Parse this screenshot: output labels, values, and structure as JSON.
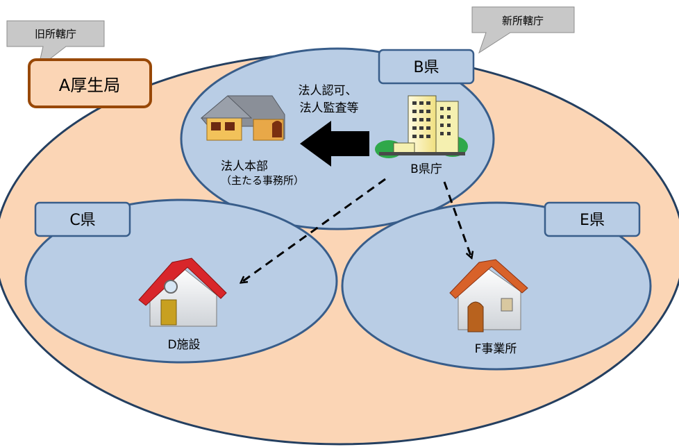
{
  "callouts": {
    "old_jurisdiction": "旧所轄庁",
    "new_jurisdiction": "新所轄庁"
  },
  "regions": {
    "a_bureau": "A厚生局",
    "b_pref": "B県",
    "c_pref": "C県",
    "e_pref": "E県"
  },
  "nodes": {
    "hq_label": "法人本部",
    "hq_sub": "（主たる事務所）",
    "b_office": "B県庁",
    "d_facility": "D施設",
    "f_office": "F事業所"
  },
  "arrows": {
    "authority_line1": "法人認可、",
    "authority_line2": "法人監査等"
  },
  "colors": {
    "outer_fill": "#fbd5b5",
    "outer_stroke": "#243f60",
    "pref_fill": "#b9cde5",
    "pref_stroke": "#385d8a",
    "bureau_stroke": "#984807",
    "callout_fill": "#c8c8c8"
  }
}
